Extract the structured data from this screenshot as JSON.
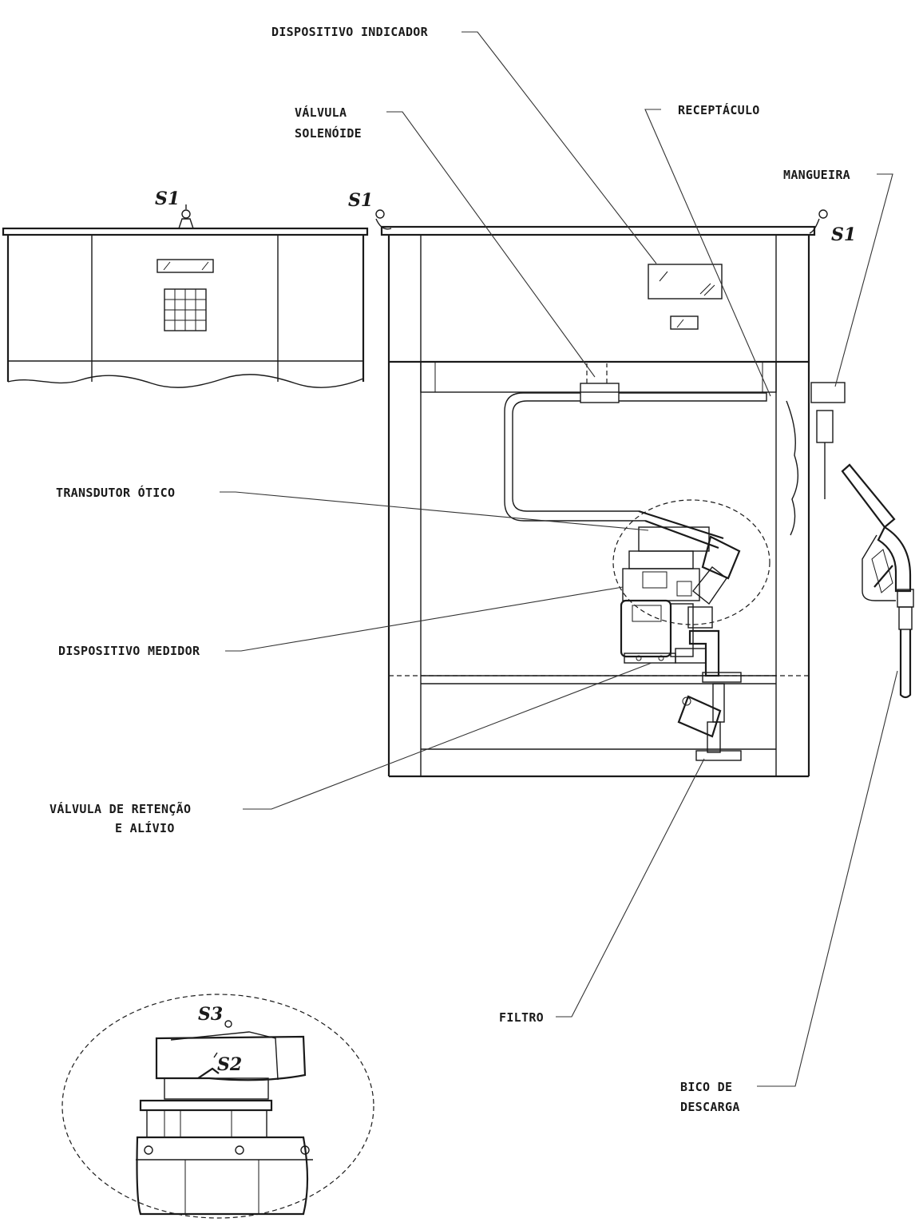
{
  "labels": {
    "dispositivo_indicador": "DISPOSITIVO INDICADOR",
    "valvula_solenoide_1": "VÁLVULA",
    "valvula_solenoide_2": "SOLENÓIDE",
    "receptaculo": "RECEPTÁCULO",
    "mangueira": "MANGUEIRA",
    "transdutor_otico": "TRANSDUTOR ÓTICO",
    "dispositivo_medidor": "DISPOSITIVO MEDIDOR",
    "valvula_retencao_1": "VÁLVULA DE RETENÇÃO",
    "valvula_retencao_2": "E ALÍVIO",
    "filtro": "FILTRO",
    "bico_descarga_1": "BICO DE",
    "bico_descarga_2": "DESCARGA"
  },
  "seals": {
    "s1_left": "S1",
    "s1_center": "S1",
    "s1_right": "S1",
    "s3": "S3",
    "s2": "S2"
  }
}
